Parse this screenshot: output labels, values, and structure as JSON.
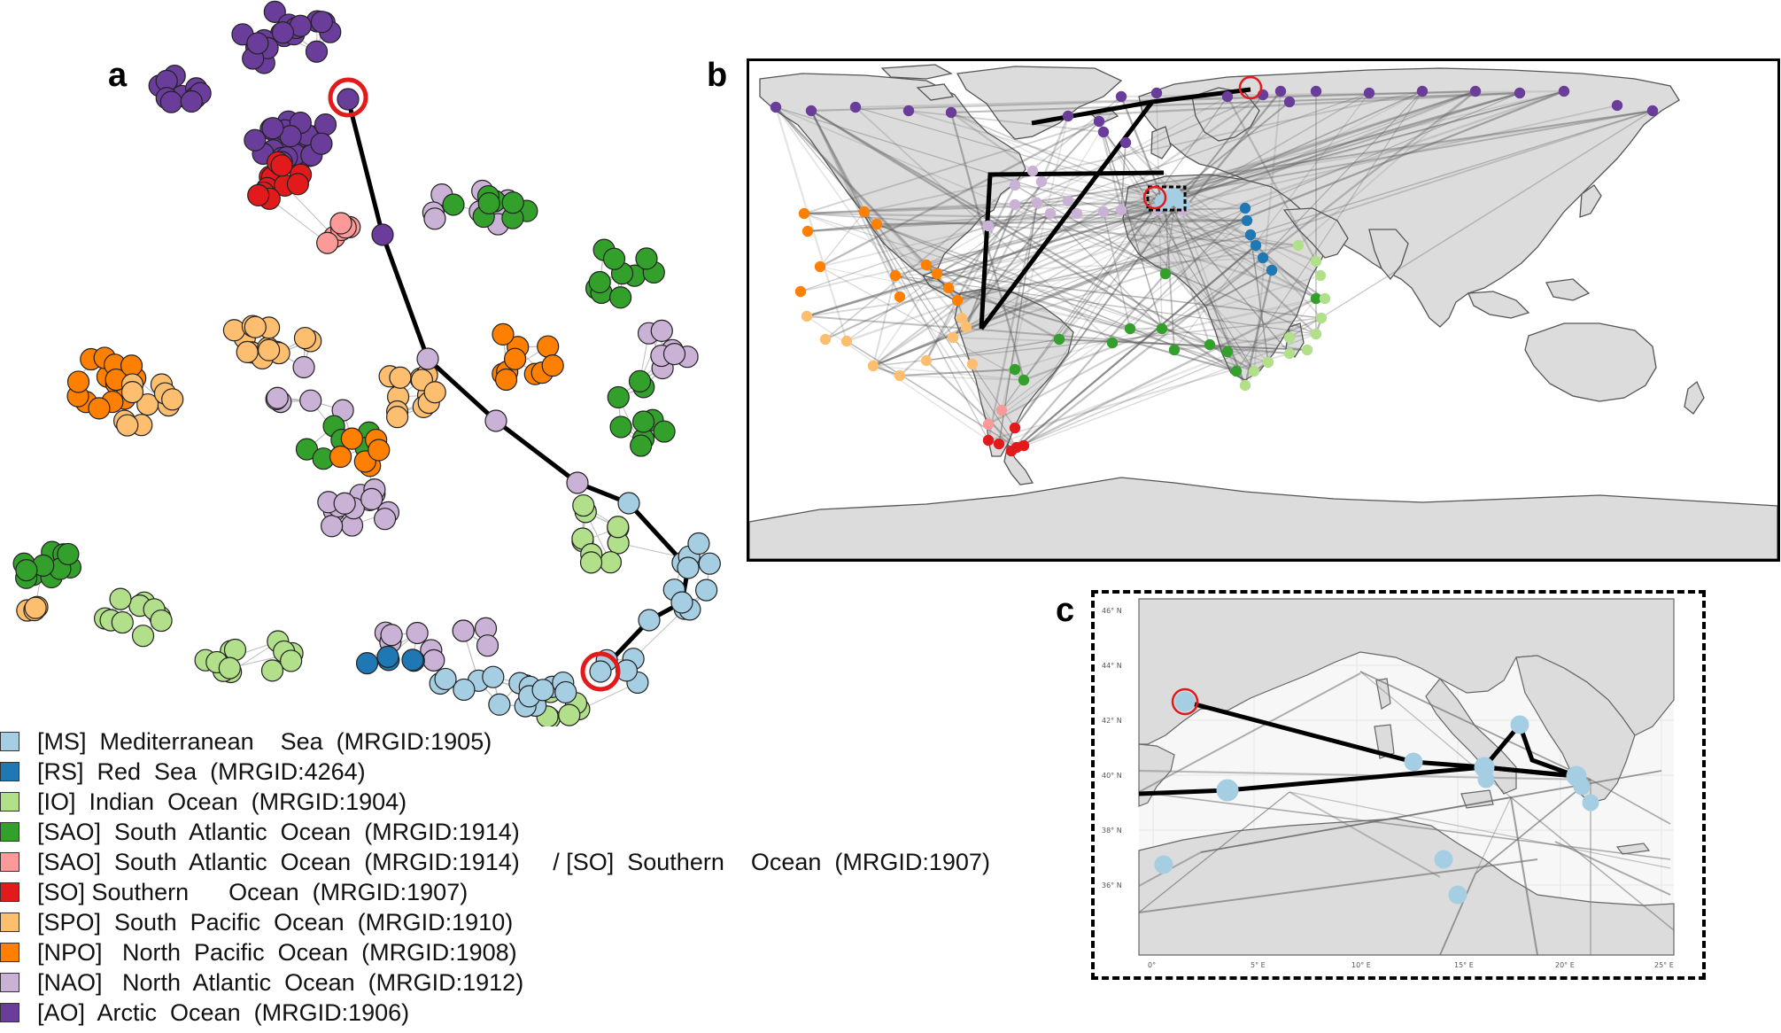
{
  "panels": {
    "a": "a",
    "b": "b",
    "c": "c"
  },
  "colors": {
    "MS": "#a6cee3",
    "RS": "#1f78b4",
    "IO": "#b2df8a",
    "SAO": "#33a02c",
    "SAO_SO": "#fb9a99",
    "SO": "#e31a1c",
    "SPO": "#fdbf6f",
    "NPO": "#ff7f00",
    "NAO": "#cab2d6",
    "AO": "#6a3d9a",
    "highlight": "#e31a1c",
    "path": "#000000",
    "land": "#dcdcdc",
    "edge": "#bdbdbd"
  },
  "legend": [
    {
      "key": "MS",
      "text": "[MS]  Mediterranean    Sea  (MRGID:1905)"
    },
    {
      "key": "RS",
      "text": "[RS]  Red  Sea  (MRGID:4264)"
    },
    {
      "key": "IO",
      "text": "[IO]  Indian  Ocean  (MRGID:1904)"
    },
    {
      "key": "SAO",
      "text": "[SAO]  South  Atlantic  Ocean  (MRGID:1914)"
    },
    {
      "key": "SAO_SO",
      "text": "[SAO]  South  Atlantic  Ocean  (MRGID:1914)     / [SO]  Southern    Ocean  (MRGID:1907)"
    },
    {
      "key": "SO",
      "text": "[SO] Southern      Ocean  (MRGID:1907)"
    },
    {
      "key": "SPO",
      "text": "[SPO]  South  Pacific  Ocean  (MRGID:1910)"
    },
    {
      "key": "NPO",
      "text": "[NPO]   North  Pacific  Ocean  (MRGID:1908)"
    },
    {
      "key": "NAO",
      "text": "[NAO]   North  Atlantic  Ocean  (MRGID:1912)"
    },
    {
      "key": "AO",
      "text": "[AO]  Arctic  Ocean  (MRGID:1906)"
    }
  ],
  "inset_axes": {
    "lat_labels": [
      "46° N",
      "44° N",
      "42° N",
      "40° N",
      "38° N",
      "36° N"
    ],
    "lon_labels": [
      "0°",
      "5° E",
      "10° E",
      "15° E",
      "20° E",
      "25° E"
    ]
  }
}
